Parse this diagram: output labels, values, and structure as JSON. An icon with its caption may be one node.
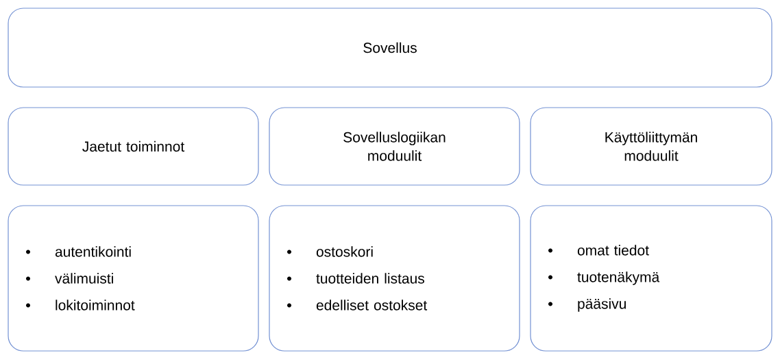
{
  "diagram": {
    "nodes": [
      {
        "text": [
          "Sovellus"
        ]
      },
      {
        "text": [
          "Jaetut toiminnot"
        ]
      },
      {
        "text": [
          "Sovelluslogiikan moduulit"
        ]
      },
      {
        "text": [
          "Käyttöliittymän moduulit"
        ]
      },
      {
        "text": [
          "autentikointi",
          "välimuisti",
          "lokitoiminnot"
        ]
      },
      {
        "text": [
          "ostoskori",
          "tuotteiden listaus",
          "edelliset ostokset"
        ]
      },
      {
        "text": [
          "omat tiedot",
          "tuotenäkymä",
          "pääsivu"
        ]
      }
    ]
  }
}
